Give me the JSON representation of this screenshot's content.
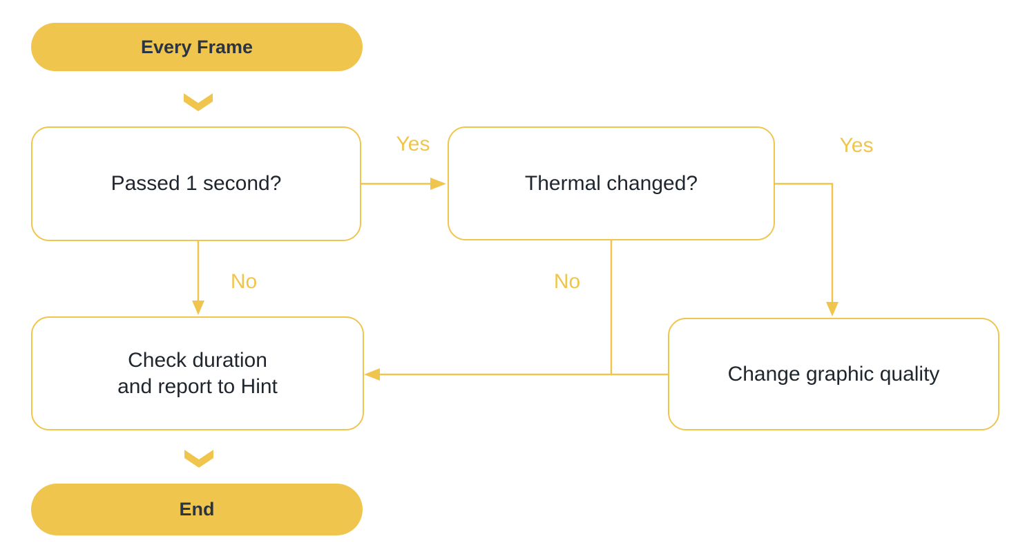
{
  "colors": {
    "accent": "#F0C54E",
    "node_text": "#20262e",
    "pill_text": "#2b3542",
    "background": "#ffffff"
  },
  "nodes": {
    "start": {
      "label": "Every Frame"
    },
    "passed": {
      "label": "Passed 1 second?"
    },
    "thermal": {
      "label": "Thermal changed?"
    },
    "check": {
      "label": "Check duration\nand report to Hint"
    },
    "change": {
      "label": "Change graphic quality"
    },
    "end": {
      "label": "End"
    }
  },
  "edge_labels": {
    "passed_yes": "Yes",
    "thermal_yes": "Yes",
    "passed_no": "No",
    "thermal_no": "No"
  },
  "icons": {
    "connector_start": "chevron-down-icon",
    "connector_end": "chevron-down-icon"
  }
}
